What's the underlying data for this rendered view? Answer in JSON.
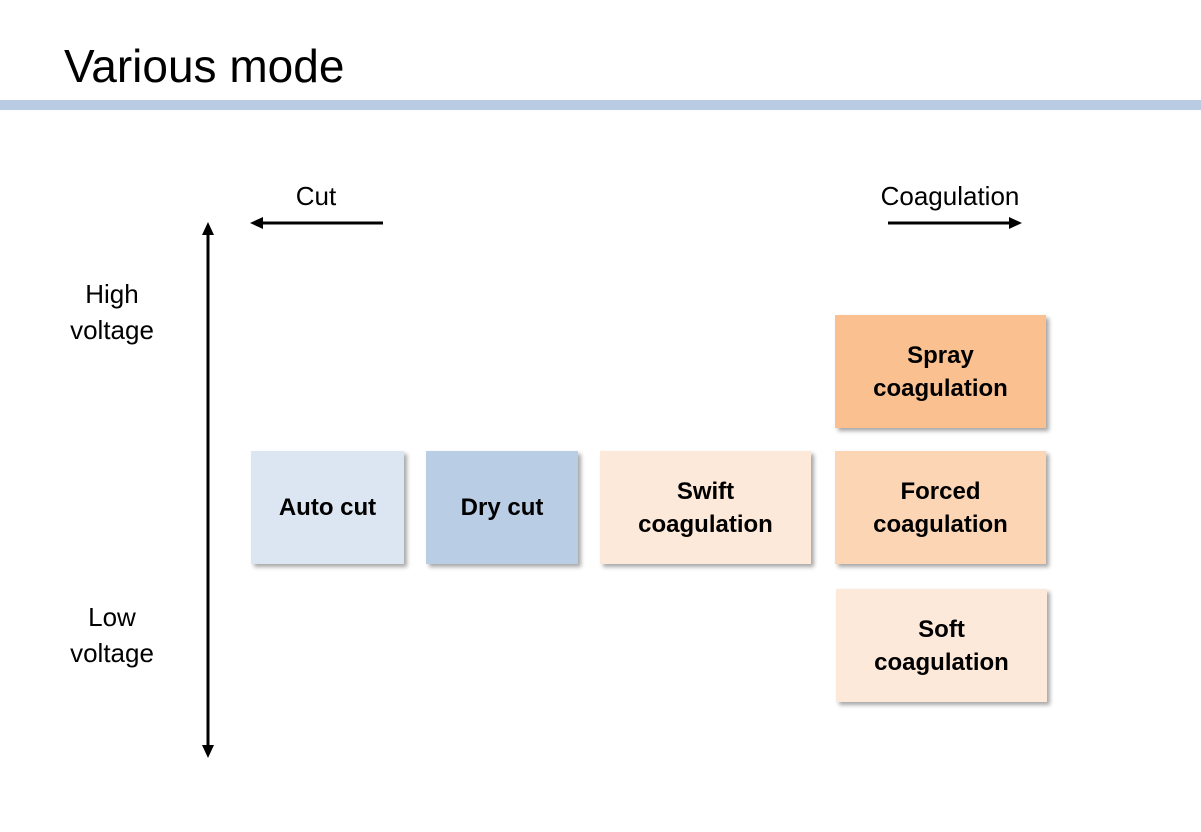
{
  "title": "Various mode",
  "colors": {
    "title_rule": "#b9cce4",
    "arrow": "#000000"
  },
  "axis": {
    "horizontal_left_label": "Cut",
    "horizontal_right_label": "Coagulation",
    "vertical_top_label": "High\nvoltage",
    "vertical_bottom_label": "Low\nvoltage"
  },
  "modes": [
    {
      "label": "Auto cut",
      "color": "#dce6f2"
    },
    {
      "label": "Dry cut",
      "color": "#b9cde5"
    },
    {
      "label": "Swift\ncoagulation",
      "color": "#fde9d9"
    },
    {
      "label": "Spray\ncoagulation",
      "color": "#fac090"
    },
    {
      "label": "Forced\ncoagulation",
      "color": "#fcd5b5"
    },
    {
      "label": "Soft\ncoagulation",
      "color": "#fde9d9"
    }
  ]
}
